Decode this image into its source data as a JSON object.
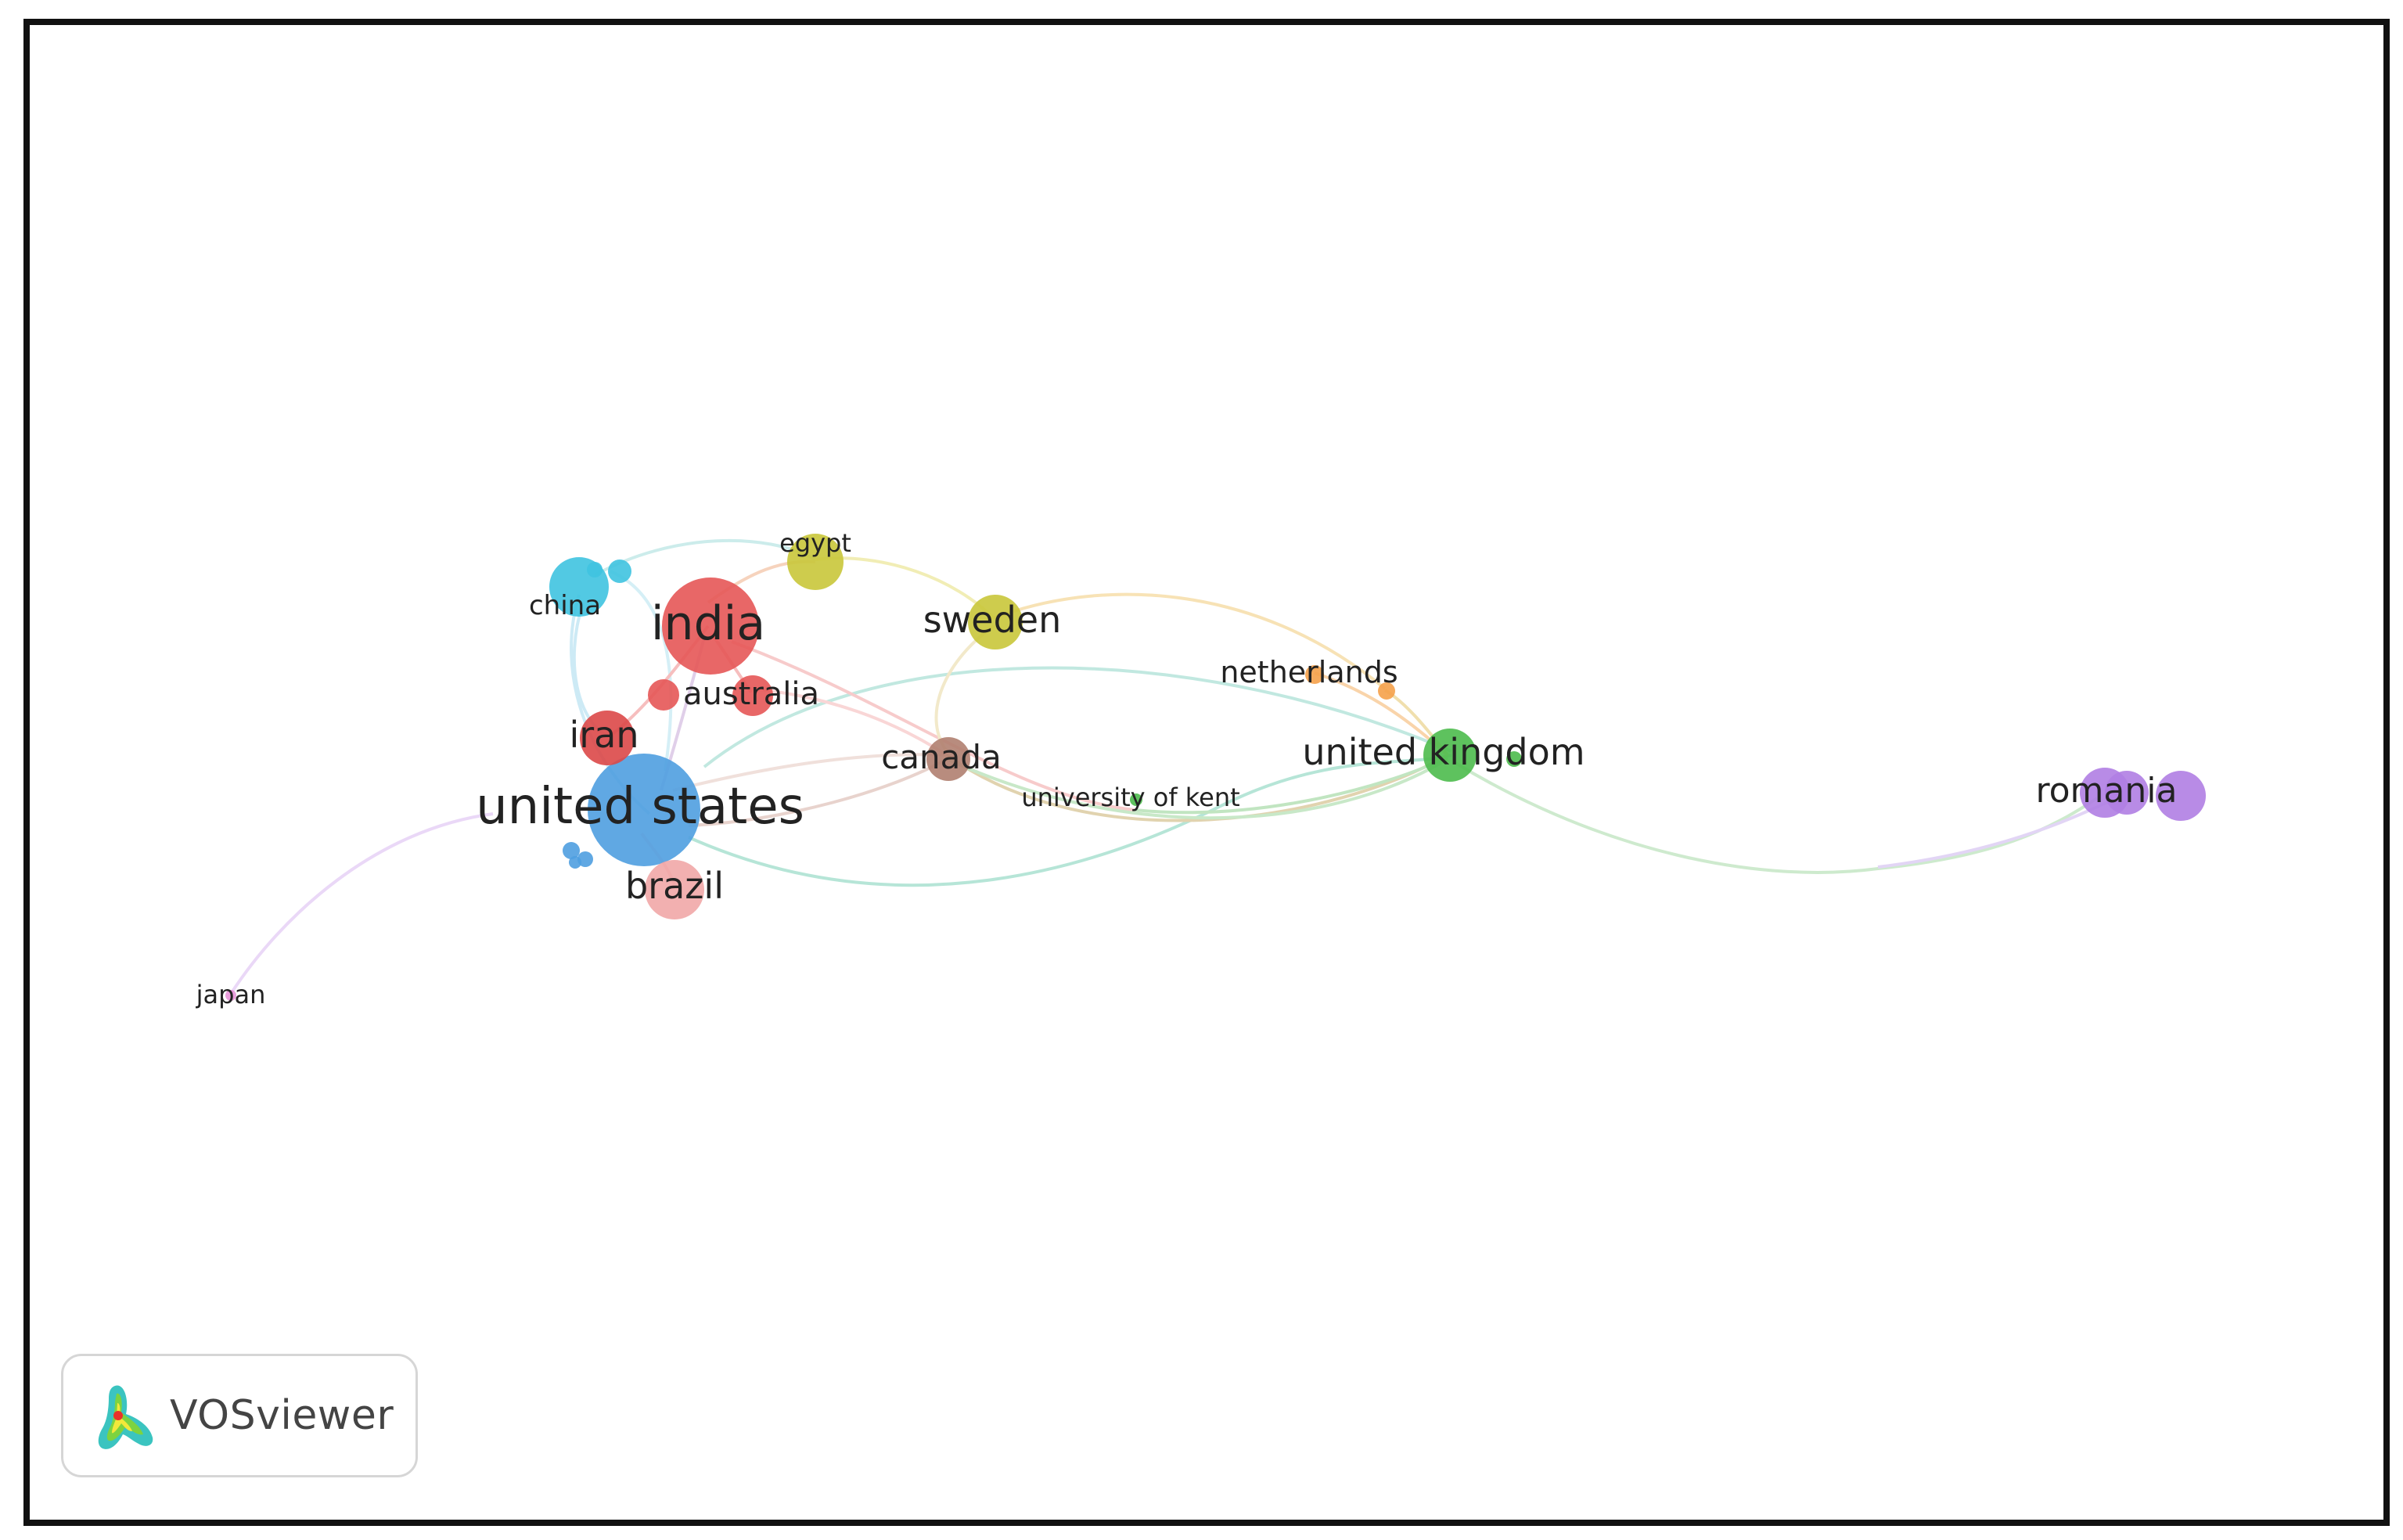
{
  "logo": {
    "text": "VOSviewer"
  },
  "network": {
    "nodes": [
      {
        "id": "united-states",
        "label": "united states",
        "color": "#4f9ee0"
      },
      {
        "id": "india",
        "label": "india",
        "color": "#e65757"
      },
      {
        "id": "china",
        "label": "china",
        "color": "#3fc3e0"
      },
      {
        "id": "egypt",
        "label": "egypt",
        "color": "#c9c73a"
      },
      {
        "id": "sweden",
        "label": "sweden",
        "color": "#c9c73a"
      },
      {
        "id": "australia",
        "label": "australia",
        "color": "#e65757"
      },
      {
        "id": "iran",
        "label": "iran",
        "color": "#dc4848"
      },
      {
        "id": "brazil",
        "label": "brazil",
        "color": "#f0a2a2"
      },
      {
        "id": "canada",
        "label": "canada",
        "color": "#b08070"
      },
      {
        "id": "netherlands",
        "label": "netherlands",
        "color": "#f5a14a"
      },
      {
        "id": "united-kingdom",
        "label": "united kingdom",
        "color": "#4dbb4d"
      },
      {
        "id": "university-of-kent",
        "label": "university of kent",
        "color": "#4dbb4d"
      },
      {
        "id": "romania",
        "label": "romania",
        "color": "#b07ee3"
      },
      {
        "id": "japan",
        "label": "japan",
        "color": "#e58ed6"
      }
    ]
  }
}
